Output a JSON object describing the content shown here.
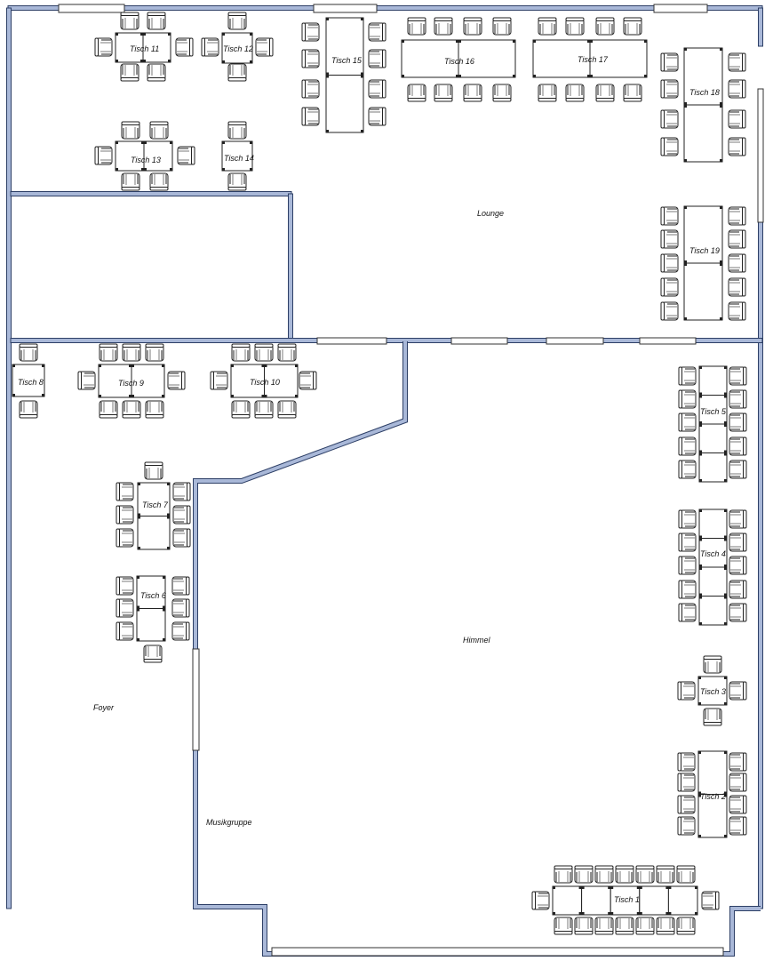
{
  "rooms": {
    "lounge": "Lounge",
    "himmel": "Himmel",
    "foyer": "Foyer",
    "musikgruppe": "Musikgruppe"
  },
  "tables": [
    {
      "id": "t1",
      "label": "Tisch 1"
    },
    {
      "id": "t2",
      "label": "Tisch 2"
    },
    {
      "id": "t3",
      "label": "Tisch 3"
    },
    {
      "id": "t4",
      "label": "Tisch 4"
    },
    {
      "id": "t5",
      "label": "Tisch 5"
    },
    {
      "id": "t6",
      "label": "Tisch 6"
    },
    {
      "id": "t7",
      "label": "Tisch 7"
    },
    {
      "id": "t8",
      "label": "Tisch 8"
    },
    {
      "id": "t9",
      "label": "Tisch 9"
    },
    {
      "id": "t10",
      "label": "Tisch 10"
    },
    {
      "id": "t11",
      "label": "Tisch 11"
    },
    {
      "id": "t12",
      "label": "Tisch 12"
    },
    {
      "id": "t13",
      "label": "Tisch 13"
    },
    {
      "id": "t14",
      "label": "Tisch 14"
    },
    {
      "id": "t15",
      "label": "Tisch 15"
    },
    {
      "id": "t16",
      "label": "Tisch 16"
    },
    {
      "id": "t17",
      "label": "Tisch 17"
    },
    {
      "id": "t18",
      "label": "Tisch 18"
    },
    {
      "id": "t19",
      "label": "Tisch 19"
    }
  ],
  "colors": {
    "wall_fill": "#a9b8d8",
    "wall_stroke": "#2d3f66",
    "furniture_stroke": "#222222"
  }
}
